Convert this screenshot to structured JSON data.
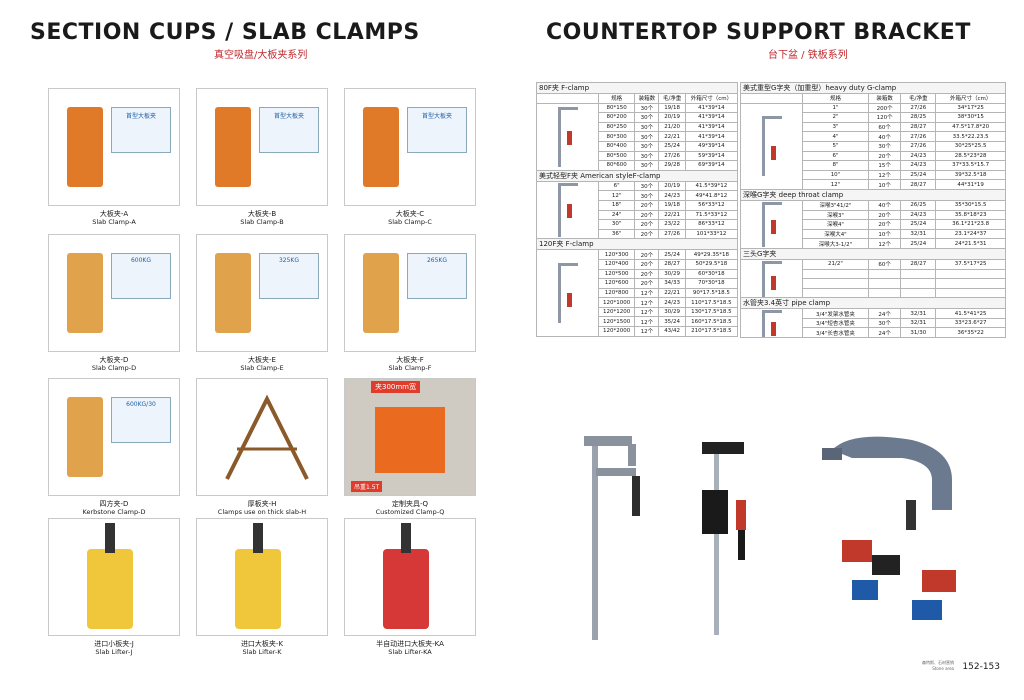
{
  "left": {
    "title": "SECTION CUPS / SLAB CLAMPS",
    "subtitle": "真空吸盘/大板夹系列",
    "items": [
      {
        "cn": "大板夹-A",
        "en": "Slab Clamp-A",
        "badge": "首型大板夹"
      },
      {
        "cn": "大板夹-B",
        "en": "Slab Clamp-B",
        "badge": "首型大板夹"
      },
      {
        "cn": "大板夹-C",
        "en": "Slab Clamp-C",
        "badge": "首型大板夹"
      },
      {
        "cn": "大板夹-D",
        "en": "Slab Clamp-D",
        "badge": "600KG"
      },
      {
        "cn": "大板夹-E",
        "en": "Slab Clamp-E",
        "badge": "325KG"
      },
      {
        "cn": "大板夹-F",
        "en": "Slab Clamp-F",
        "badge": "265KG"
      },
      {
        "cn": "四方夹-D",
        "en": "Kerbstone Clamp-D",
        "badge": "600KG/30"
      },
      {
        "cn": "厚板夹-H",
        "en": "Clamps use on thick slab-H",
        "badge": ""
      },
      {
        "cn": "定制夹具-Q",
        "en": "Customized Clamp-Q",
        "badge": "夹300mm宽",
        "badge2": "吊重1.5T"
      },
      {
        "cn": "进口小板夹-J",
        "en": "Slab Lifter-J",
        "badge": ""
      },
      {
        "cn": "进口大板夹-K",
        "en": "Slab Lifter-K",
        "badge": ""
      },
      {
        "cn": "半自动进口大板夹-KA",
        "en": "Slab Lifter-KA",
        "badge": ""
      }
    ]
  },
  "right": {
    "title": "COUNTERTOP SUPPORT BRACKET",
    "subtitle": "台下盆 / 铁板系列",
    "headers": [
      "规格",
      "装箱数",
      "毛/净重",
      "外箱尺寸（cm）"
    ],
    "f80": {
      "title": "80F夹 F-clamp",
      "rows": [
        [
          "80*150",
          "30个",
          "19/18",
          "41*39*14"
        ],
        [
          "80*200",
          "30个",
          "20/19",
          "41*39*14"
        ],
        [
          "80*250",
          "30个",
          "21/20",
          "41*39*14"
        ],
        [
          "80*300",
          "30个",
          "22/21",
          "41*39*14"
        ],
        [
          "80*400",
          "30个",
          "25/24",
          "49*39*14"
        ],
        [
          "80*500",
          "30个",
          "27/26",
          "59*39*14"
        ],
        [
          "80*600",
          "30个",
          "29/28",
          "69*39*14"
        ]
      ]
    },
    "american": {
      "title": "美式轻型F夹 American styleF-clamp",
      "rows": [
        [
          "6\"",
          "30个",
          "20/19",
          "41.5*39*12"
        ],
        [
          "12\"",
          "30个",
          "24/23",
          "49*41.8*12"
        ],
        [
          "18\"",
          "20个",
          "19/18",
          "56*33*12"
        ],
        [
          "24\"",
          "20个",
          "22/21",
          "71.5*33*12"
        ],
        [
          "30\"",
          "20个",
          "23/22",
          "86*33*12"
        ],
        [
          "36\"",
          "20个",
          "27/26",
          "101*33*12"
        ]
      ]
    },
    "f120": {
      "title": "120F夹 F-clamp",
      "rows": [
        [
          "120*300",
          "20个",
          "25/24",
          "49*29.35*18"
        ],
        [
          "120*400",
          "20个",
          "28/27",
          "50*29.5*18"
        ],
        [
          "120*500",
          "20个",
          "30/29",
          "60*30*18"
        ],
        [
          "120*600",
          "20个",
          "34/33",
          "70*30*18"
        ],
        [
          "120*800",
          "12个",
          "22/21",
          "90*17.5*18.5"
        ],
        [
          "120*1000",
          "12个",
          "24/23",
          "110*17.5*18.5"
        ],
        [
          "120*1200",
          "12个",
          "30/29",
          "130*17.5*18.5"
        ],
        [
          "120*1500",
          "12个",
          "35/24",
          "160*17.5*18.5"
        ],
        [
          "120*2000",
          "12个",
          "43/42",
          "210*17.5*18.5"
        ]
      ]
    },
    "gclamp": {
      "title": "美式重型G字夹（加重型）heavy duty G-clamp",
      "rows": [
        [
          "1\"",
          "200个",
          "27/26",
          "34*17*25"
        ],
        [
          "2\"",
          "120个",
          "28/25",
          "38*30*15"
        ],
        [
          "3\"",
          "60个",
          "28/27",
          "47.5*17.8*20"
        ],
        [
          "4\"",
          "40个",
          "27/26",
          "33.5*22.23.5"
        ],
        [
          "5\"",
          "30个",
          "27/26",
          "30*25*25.5"
        ],
        [
          "6\"",
          "20个",
          "24/23",
          "28.5*23*28"
        ],
        [
          "8\"",
          "15个",
          "24/23",
          "37*33.5*15.7"
        ],
        [
          "10\"",
          "12个",
          "25/24",
          "39*32.5*18"
        ],
        [
          "12\"",
          "10个",
          "28/27",
          "44*31*19"
        ]
      ]
    },
    "deep": {
      "title": "深喉G字夹 deep throat clamp",
      "rows": [
        [
          "深喉3\"41/2\"",
          "40个",
          "26/25",
          "35*30*15.5"
        ],
        [
          "深喉3\"",
          "20个",
          "24/23",
          "35.8*18*23"
        ],
        [
          "深喉4\"",
          "20个",
          "25/24",
          "36.1*21*23.8"
        ],
        [
          "深喉大4\"",
          "10个",
          "32/31",
          "23.1*24*37"
        ],
        [
          "深喉大3-1/2\"",
          "12个",
          "25/24",
          "24*21.5*31"
        ]
      ]
    },
    "three": {
      "title": "三头G字夹",
      "rows": [
        [
          "21/2\"",
          "60个",
          "28/27",
          "37.5*17*25"
        ],
        [
          "",
          "",
          "",
          ""
        ],
        [
          "",
          "",
          "",
          ""
        ],
        [
          "",
          "",
          "",
          ""
        ]
      ]
    },
    "pipe": {
      "title": "水管夹3.4英寸 pipe clamp",
      "rows": [
        [
          "3/4\"发架水管夹",
          "24个",
          "32/31",
          "41.5*41*25"
        ],
        [
          "3/4\"短杏水管夹",
          "30个",
          "32/31",
          "33*23.6*27"
        ],
        [
          "3/4\"长杏水管夹",
          "24个",
          "31/30",
          "36*35*22"
        ]
      ]
    },
    "footer": "152-153",
    "footer_small": "森特斯、石材营销 Stone area"
  },
  "colors": {
    "accent_red": "#c0282d",
    "orange": "#e07a28",
    "handle": "#c0392b",
    "steel": "#8d97a5"
  }
}
